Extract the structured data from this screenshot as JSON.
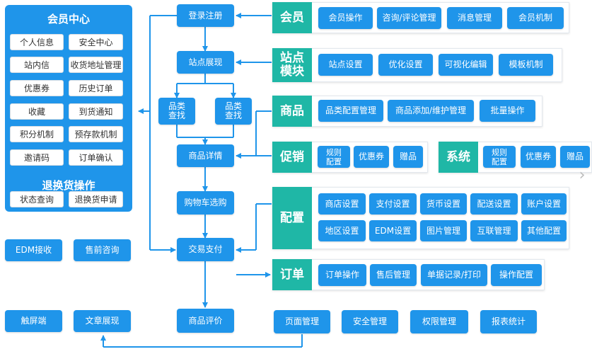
{
  "member_center": {
    "title": "会员中心",
    "items": [
      "个人信息",
      "安全中心",
      "站内信",
      "收货地址管理",
      "优惠券",
      "历史订单",
      "收藏",
      "到货通知",
      "积分机制",
      "预存款机制",
      "邀请码",
      "订单确认"
    ],
    "returns_title": "退换货操作",
    "returns_items": [
      "状态查询",
      "退换货申请"
    ]
  },
  "left_buttons": [
    "EDM接收",
    "售前咨询",
    "触屏端",
    "文章展现"
  ],
  "flow": {
    "login": "登录注册",
    "site_display": "站点展现",
    "category_search_1": "品类\n查找",
    "category_search_2": "品类\n查找",
    "product_detail": "商品详情",
    "cart": "购物车选购",
    "checkout": "交易支付",
    "review": "商品评价"
  },
  "modules": {
    "member": {
      "label": "会员",
      "items": [
        "会员操作",
        "咨询/评论管理",
        "消息管理",
        "会员机制"
      ]
    },
    "site": {
      "label": "站点\n模块",
      "items": [
        "站点设置",
        "优化设置",
        "可视化编辑",
        "模板机制"
      ]
    },
    "product": {
      "label": "商品",
      "items": [
        "品类配置管理",
        "商品添加/维护管理",
        "批量操作"
      ]
    },
    "promo": {
      "label": "促销",
      "items": [
        "规则\n配置",
        "优惠券",
        "赠品"
      ]
    },
    "system": {
      "label": "系统",
      "items": [
        "规则\n配置",
        "优惠券",
        "赠品"
      ]
    },
    "config": {
      "label": "配置",
      "row1": [
        "商店设置",
        "支付设置",
        "货币设置",
        "配送设置",
        "账户设置"
      ],
      "row2": [
        "地区设置",
        "EDM设置",
        "图片管理",
        "互联管理",
        "其他配置"
      ]
    },
    "order": {
      "label": "订单",
      "items": [
        "订单操作",
        "售后管理",
        "单据记录/打印",
        "操作配置"
      ]
    }
  },
  "bottom_buttons": [
    "页面管理",
    "安全管理",
    "权限管理",
    "报表统计"
  ],
  "colors": {
    "blue": "#1f95ea",
    "teal": "#1fb7a6",
    "line": "#1f95ea"
  }
}
